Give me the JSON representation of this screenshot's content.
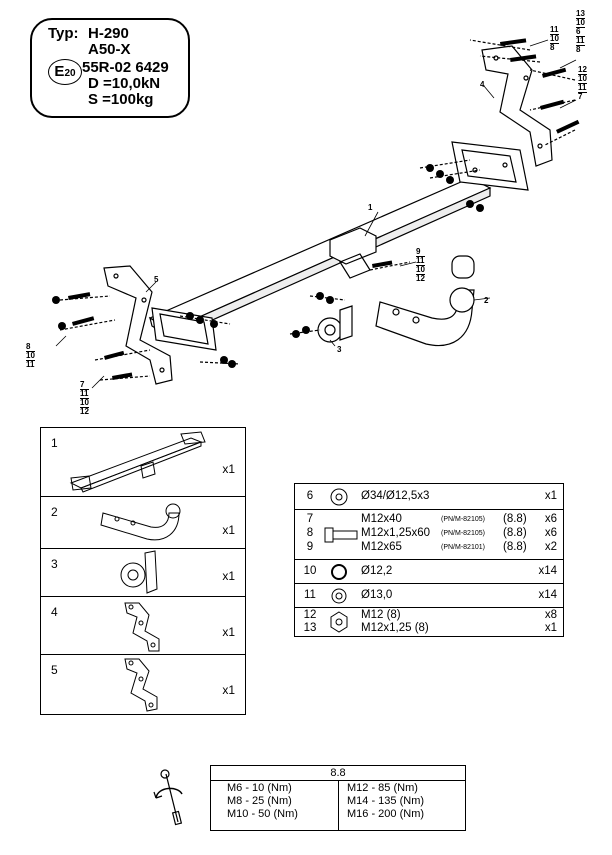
{
  "type_box": {
    "typ_label": "Typ:",
    "typ_value": "H-290",
    "model": "A50-X",
    "e_mark": "E",
    "e_number": "20",
    "approval": "55R-02 6429",
    "d_value": "D =10,0kN",
    "s_value": "S =100kg"
  },
  "callouts": {
    "part1": "1",
    "part2": "2",
    "part3": "3",
    "part4": "4",
    "part5": "5",
    "stack_tr1": [
      "11",
      "10",
      "8"
    ],
    "stack_tr2": [
      "13",
      "10",
      "6",
      "11",
      "8"
    ],
    "stack_r": [
      "12",
      "10",
      "11",
      "7"
    ],
    "stack_mid": [
      "9",
      "11",
      "10",
      "12"
    ],
    "stack_l": [
      "8",
      "10",
      "11"
    ],
    "stack_bl": [
      "7",
      "11",
      "10",
      "12"
    ]
  },
  "parts_list": [
    {
      "num": "1",
      "qty": "x1"
    },
    {
      "num": "2",
      "qty": "x1"
    },
    {
      "num": "3",
      "qty": "x1"
    },
    {
      "num": "4",
      "qty": "x1"
    },
    {
      "num": "5",
      "qty": "x1"
    }
  ],
  "hardware": {
    "r6": {
      "num": "6",
      "desc": "Ø34/Ø12,5x3",
      "qty": "x1"
    },
    "r7": {
      "num": "7",
      "desc": "M12x40",
      "pn": "(PN/M-82105)",
      "grade": "(8.8)",
      "qty": "x6"
    },
    "r8": {
      "num": "8",
      "desc": "M12x1,25x60",
      "pn": "(PN/M-82105)",
      "grade": "(8.8)",
      "qty": "x6"
    },
    "r9": {
      "num": "9",
      "desc": "M12x65",
      "pn": "(PN/M-82101)",
      "grade": "(8.8)",
      "qty": "x2"
    },
    "r10": {
      "num": "10",
      "desc": "Ø12,2",
      "qty": "x14"
    },
    "r11": {
      "num": "11",
      "desc": "Ø13,0",
      "qty": "x14"
    },
    "r12": {
      "num": "12",
      "desc": "M12 (8)",
      "qty": "x8"
    },
    "r13": {
      "num": "13",
      "desc": "M12x1,25 (8)",
      "qty": "x1"
    }
  },
  "torque": {
    "header": "8.8",
    "left": [
      "M6 - 10 (Nm)",
      "M8 - 25 (Nm)",
      "M10 - 50 (Nm)"
    ],
    "right": [
      "M12 - 85 (Nm)",
      "M14 - 135 (Nm)",
      "M16 - 200 (Nm)"
    ]
  }
}
